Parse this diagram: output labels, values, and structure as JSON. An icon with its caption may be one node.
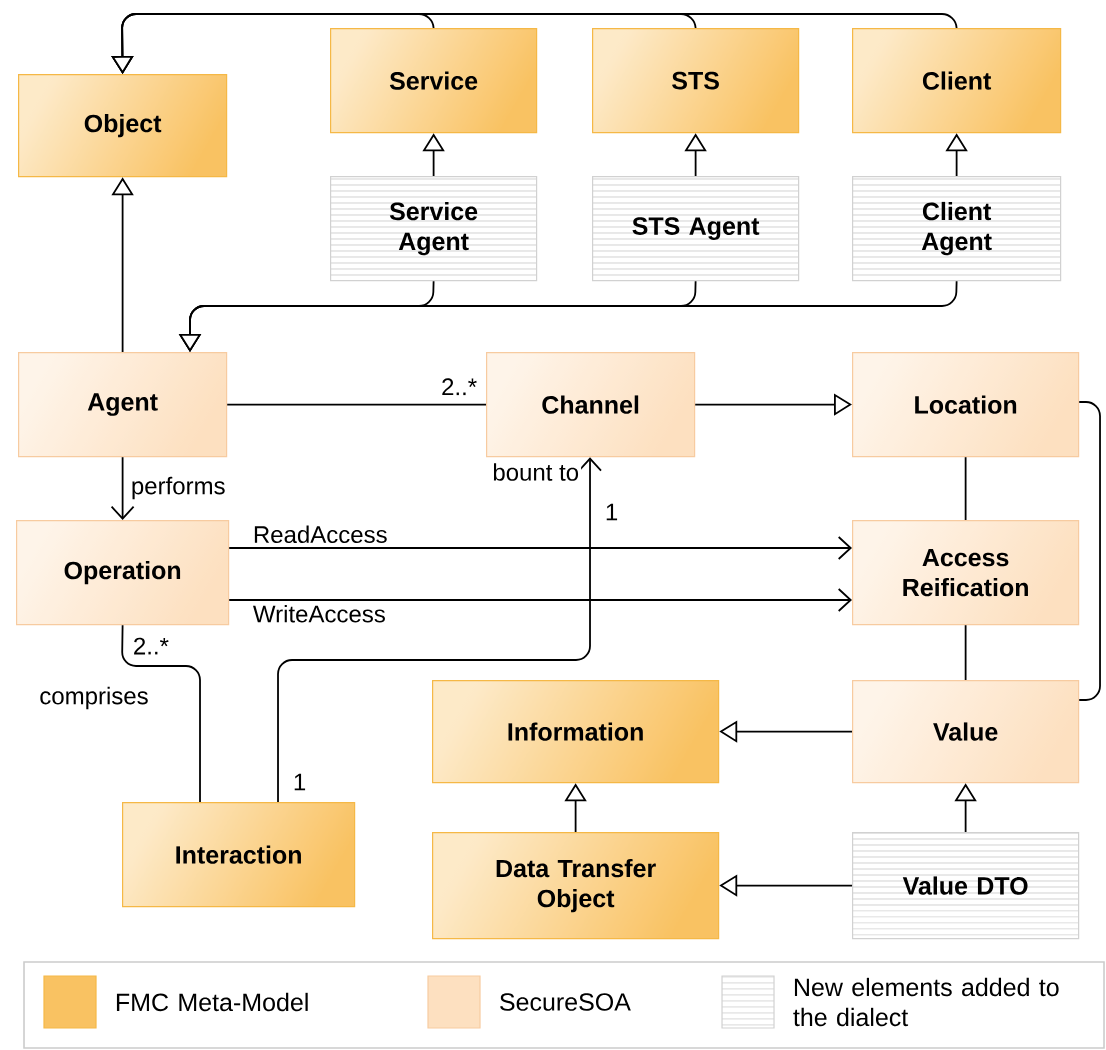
{
  "diagram": {
    "nodes": [
      {
        "text": [
          "Object"
        ]
      },
      {
        "text": [
          "Service"
        ]
      },
      {
        "text": [
          "STS"
        ]
      },
      {
        "text": [
          "Client"
        ]
      },
      {
        "text": [
          "Service Agent"
        ]
      },
      {
        "text": [
          "STS Agent"
        ]
      },
      {
        "text": [
          "Client Agent"
        ]
      },
      {
        "text": [
          "Agent"
        ]
      },
      {
        "text": [
          "Channel"
        ]
      },
      {
        "text": [
          "Location"
        ]
      },
      {
        "text": [
          "Operation"
        ]
      },
      {
        "text": [
          "Access Reification"
        ]
      },
      {
        "text": [
          "Information"
        ]
      },
      {
        "text": [
          "Value"
        ]
      },
      {
        "text": [
          "Interaction"
        ]
      },
      {
        "text": [
          "Data Transfer Object"
        ]
      },
      {
        "text": [
          "Value DTO"
        ]
      }
    ],
    "edges": [
      {
        "from": 1,
        "to": 0,
        "arrow": "to"
      },
      {
        "from": 2,
        "to": 0,
        "arrow": "to"
      },
      {
        "from": 3,
        "to": 0,
        "arrow": "to"
      },
      {
        "from": 4,
        "to": 1,
        "arrow": "to"
      },
      {
        "from": 5,
        "to": 2,
        "arrow": "to"
      },
      {
        "from": 6,
        "to": 3,
        "arrow": "to"
      },
      {
        "from": 7,
        "to": 0,
        "arrow": "to"
      },
      {
        "from": 4,
        "to": 7,
        "arrow": "to"
      },
      {
        "from": 5,
        "to": 7,
        "arrow": "to"
      },
      {
        "from": 6,
        "to": 7,
        "arrow": "to"
      },
      {
        "from": 7,
        "to": 8,
        "arrow": "none",
        "label": "2..*"
      },
      {
        "from": 8,
        "to": 9,
        "arrow": "to"
      },
      {
        "from": 9,
        "to": 11,
        "arrow": "none"
      },
      {
        "from": 11,
        "to": 13,
        "arrow": "none"
      },
      {
        "from": 9,
        "to": 13,
        "arrow": "none"
      },
      {
        "from": 7,
        "to": 10,
        "arrow": "to",
        "label": "performs"
      },
      {
        "from": 10,
        "to": 11,
        "arrow": "to",
        "label": "ReadAccess"
      },
      {
        "from": 10,
        "to": 11,
        "arrow": "to",
        "label": "WriteAccess"
      },
      {
        "from": 10,
        "to": 14,
        "arrow": "none",
        "label": "comprises"
      },
      {
        "from": 14,
        "to": 8,
        "arrow": "to",
        "label": "bount to"
      },
      {
        "from": 13,
        "to": 12,
        "arrow": "to"
      },
      {
        "from": 15,
        "to": 12,
        "arrow": "to"
      },
      {
        "from": 16,
        "to": 15,
        "arrow": "to"
      },
      {
        "from": 16,
        "to": 13,
        "arrow": "to"
      }
    ],
    "labels": [
      "1",
      "2..*",
      "1"
    ],
    "legend": [
      {
        "text": "FMC Meta-Model",
        "color": "#f9c262"
      },
      {
        "text": "SecureSOA",
        "color": "#fde0c0"
      },
      {
        "text": "New elements added to the dialect"
      }
    ]
  }
}
